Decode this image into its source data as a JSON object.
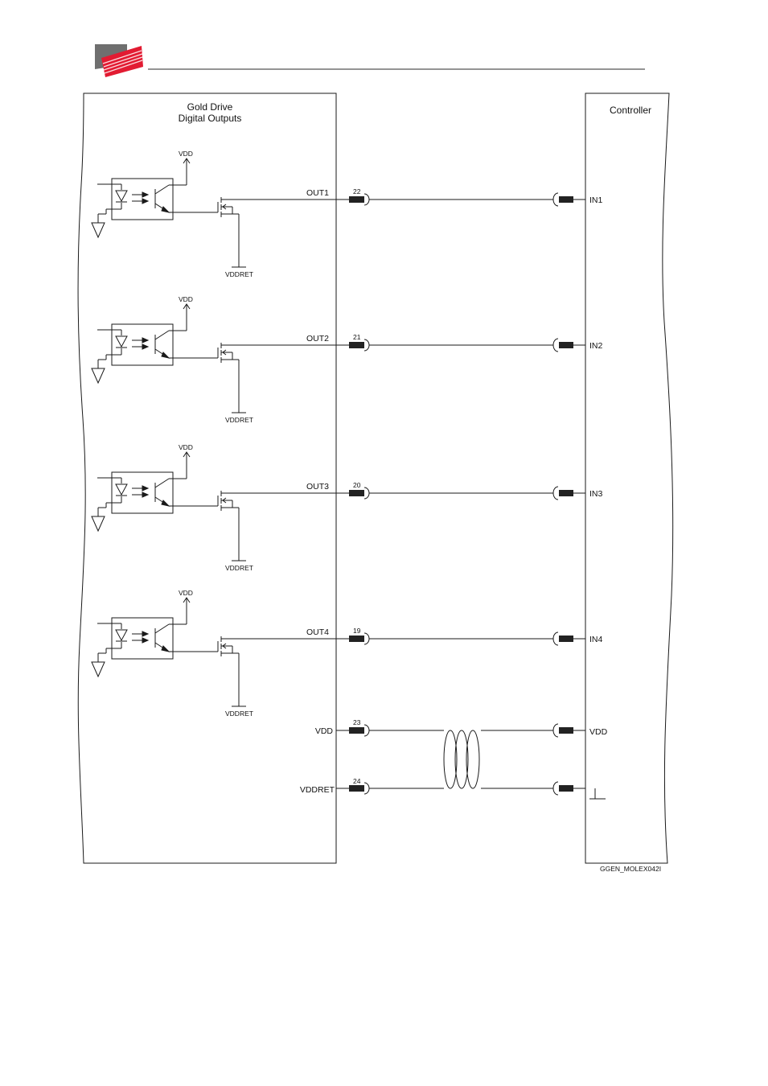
{
  "colors": {
    "logo_gray": "#6f6f6f",
    "logo_red": "#e21b32",
    "line": "#1a1a1a",
    "connector": "#222222"
  },
  "drive": {
    "title_line1": "Gold Drive",
    "title_line2": "Digital Outputs"
  },
  "controller": {
    "title": "Controller"
  },
  "labels": {
    "vdd": "VDD",
    "vddret": "VDDRET"
  },
  "outputs": [
    {
      "out": "OUT1",
      "pin": "22",
      "in": "IN1"
    },
    {
      "out": "OUT2",
      "pin": "21",
      "in": "IN2"
    },
    {
      "out": "OUT3",
      "pin": "20",
      "in": "IN3"
    },
    {
      "out": "OUT4",
      "pin": "19",
      "in": "IN4"
    }
  ],
  "power": [
    {
      "label": "VDD",
      "pin": "23",
      "controller_label": "VDD"
    },
    {
      "label": "VDDRET",
      "pin": "24",
      "controller_label": ""
    }
  ],
  "figure_ref": "GGEN_MOLEX042I",
  "icons": {
    "logo": "company-logo",
    "twist": "twisted-pair-icon",
    "ground": "ground-icon"
  }
}
